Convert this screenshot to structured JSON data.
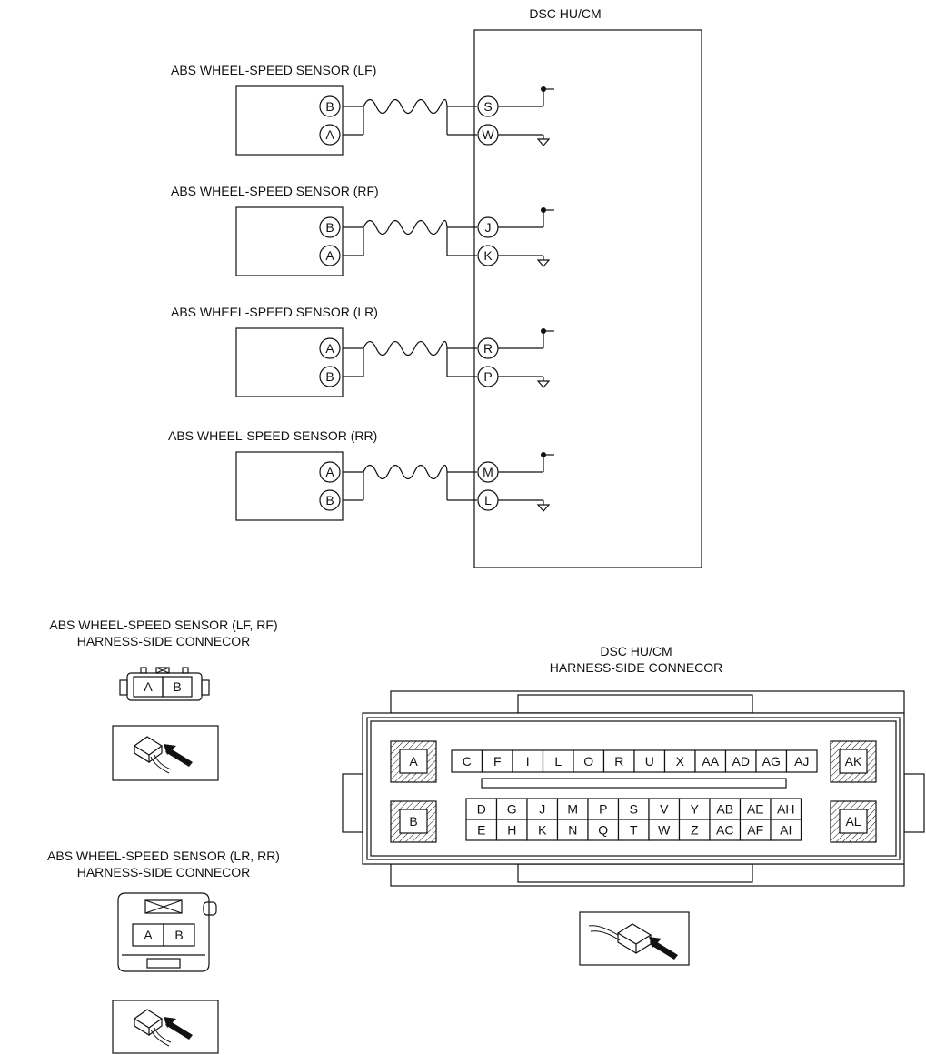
{
  "module": {
    "title": "DSC HU/CM"
  },
  "sensors": [
    {
      "title": "ABS WHEEL-SPEED SENSOR (LF)",
      "pins": [
        "B",
        "A"
      ],
      "module_pins": [
        "S",
        "W"
      ]
    },
    {
      "title": "ABS WHEEL-SPEED SENSOR (RF)",
      "pins": [
        "B",
        "A"
      ],
      "module_pins": [
        "J",
        "K"
      ]
    },
    {
      "title": "ABS WHEEL-SPEED SENSOR (LR)",
      "pins": [
        "A",
        "B"
      ],
      "module_pins": [
        "R",
        "P"
      ]
    },
    {
      "title": "ABS WHEEL-SPEED SENSOR (RR)",
      "pins": [
        "A",
        "B"
      ],
      "module_pins": [
        "M",
        "L"
      ]
    }
  ],
  "front_connector": {
    "title_line1": "ABS WHEEL-SPEED SENSOR (LF, RF)",
    "title_line2": "HARNESS-SIDE CONNECOR",
    "pins": [
      "A",
      "B"
    ]
  },
  "rear_connector": {
    "title_line1": "ABS WHEEL-SPEED SENSOR (LR, RR)",
    "title_line2": "HARNESS-SIDE CONNECOR",
    "pins": [
      "A",
      "B"
    ]
  },
  "module_connector": {
    "title_line1": "DSC HU/CM",
    "title_line2": "HARNESS-SIDE CONNECOR",
    "corner_pins": [
      "A",
      "B",
      "AK",
      "AL"
    ],
    "top_row": [
      "C",
      "F",
      "I",
      "L",
      "O",
      "R",
      "U",
      "X",
      "AA",
      "AD",
      "AG",
      "AJ"
    ],
    "row2": [
      "D",
      "G",
      "J",
      "M",
      "P",
      "S",
      "V",
      "Y",
      "AB",
      "AE",
      "AH"
    ],
    "row3": [
      "E",
      "H",
      "K",
      "N",
      "Q",
      "T",
      "W",
      "Z",
      "AC",
      "AF",
      "AI"
    ]
  },
  "colors": {
    "line": "#111111",
    "background": "#ffffff"
  }
}
